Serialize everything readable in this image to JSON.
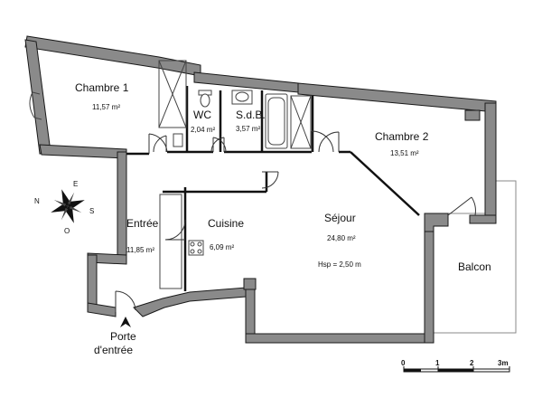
{
  "rooms": {
    "chambre1": {
      "name": "Chambre 1",
      "area": "11,57 m²"
    },
    "wc": {
      "name": "WC",
      "area": "2,04 m²"
    },
    "sdb": {
      "name": "S.d.B.",
      "area": "3,57 m²"
    },
    "chambre2": {
      "name": "Chambre 2",
      "area": "13,51 m²"
    },
    "entree": {
      "name": "Entrée",
      "area": "11,85 m²"
    },
    "cuisine": {
      "name": "Cuisine",
      "area": "6,09 m²"
    },
    "sejour": {
      "name": "Séjour",
      "area": "24,80 m²",
      "height": "Hsp = 2,50 m"
    },
    "balcon": {
      "name": "Balcon"
    }
  },
  "entrance": {
    "line1": "Porte",
    "line2": "d'entrée"
  },
  "compass": {
    "north": "N",
    "east": "E",
    "south": "S",
    "west": "O"
  },
  "scale": {
    "ticks": [
      "0",
      "1",
      "2",
      "3m"
    ]
  },
  "colors": {
    "wall": "#808080",
    "wall_outline": "#1a1a1a",
    "background": "#ffffff"
  }
}
